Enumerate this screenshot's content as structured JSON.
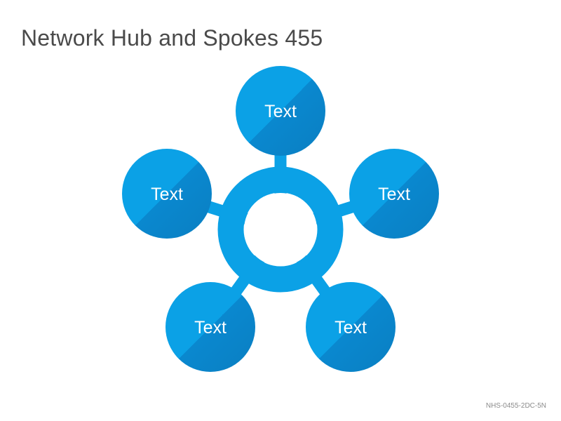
{
  "title": "Network Hub and Spokes 455",
  "footer_code": "NHS-0455-2DC-5N",
  "colors": {
    "primary": "#0ba1e6",
    "shade": "#0a86cc",
    "hub": "#0ba1e6",
    "label": "#ffffff"
  },
  "nodes": [
    {
      "label": "Text"
    },
    {
      "label": "Text"
    },
    {
      "label": "Text"
    },
    {
      "label": "Text"
    },
    {
      "label": "Text"
    }
  ]
}
